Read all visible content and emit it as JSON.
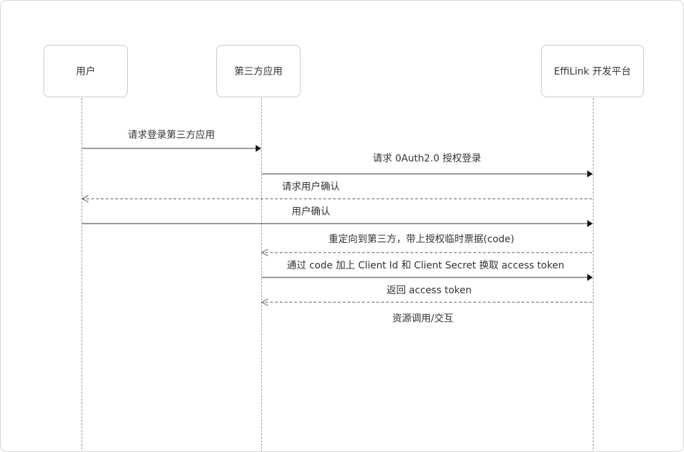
{
  "participants": {
    "user": "用户",
    "app": "第三方应用",
    "platform": "EffiLink 开发平台"
  },
  "messages": [
    {
      "label": "请求登录第三方应用",
      "from": "user",
      "to": "app",
      "style": "solid"
    },
    {
      "label": "请求 0Auth2.0 授权登录",
      "from": "app",
      "to": "platform",
      "style": "solid"
    },
    {
      "label": "请求用户确认",
      "from": "platform",
      "to": "user",
      "style": "dashed"
    },
    {
      "label": "用户确认",
      "from": "user",
      "to": "platform",
      "style": "solid"
    },
    {
      "label": "重定向到第三方，带上授权临时票据(code)",
      "from": "platform",
      "to": "app",
      "style": "dashed"
    },
    {
      "label": "通过 code 加上 Client Id 和 Client Secret 换取 access token",
      "from": "app",
      "to": "platform",
      "style": "solid"
    },
    {
      "label": "返回 access token",
      "from": "platform",
      "to": "app",
      "style": "dashed"
    },
    {
      "label": "资源调用/交互",
      "from": "app",
      "to": "platform",
      "style": "none"
    }
  ]
}
